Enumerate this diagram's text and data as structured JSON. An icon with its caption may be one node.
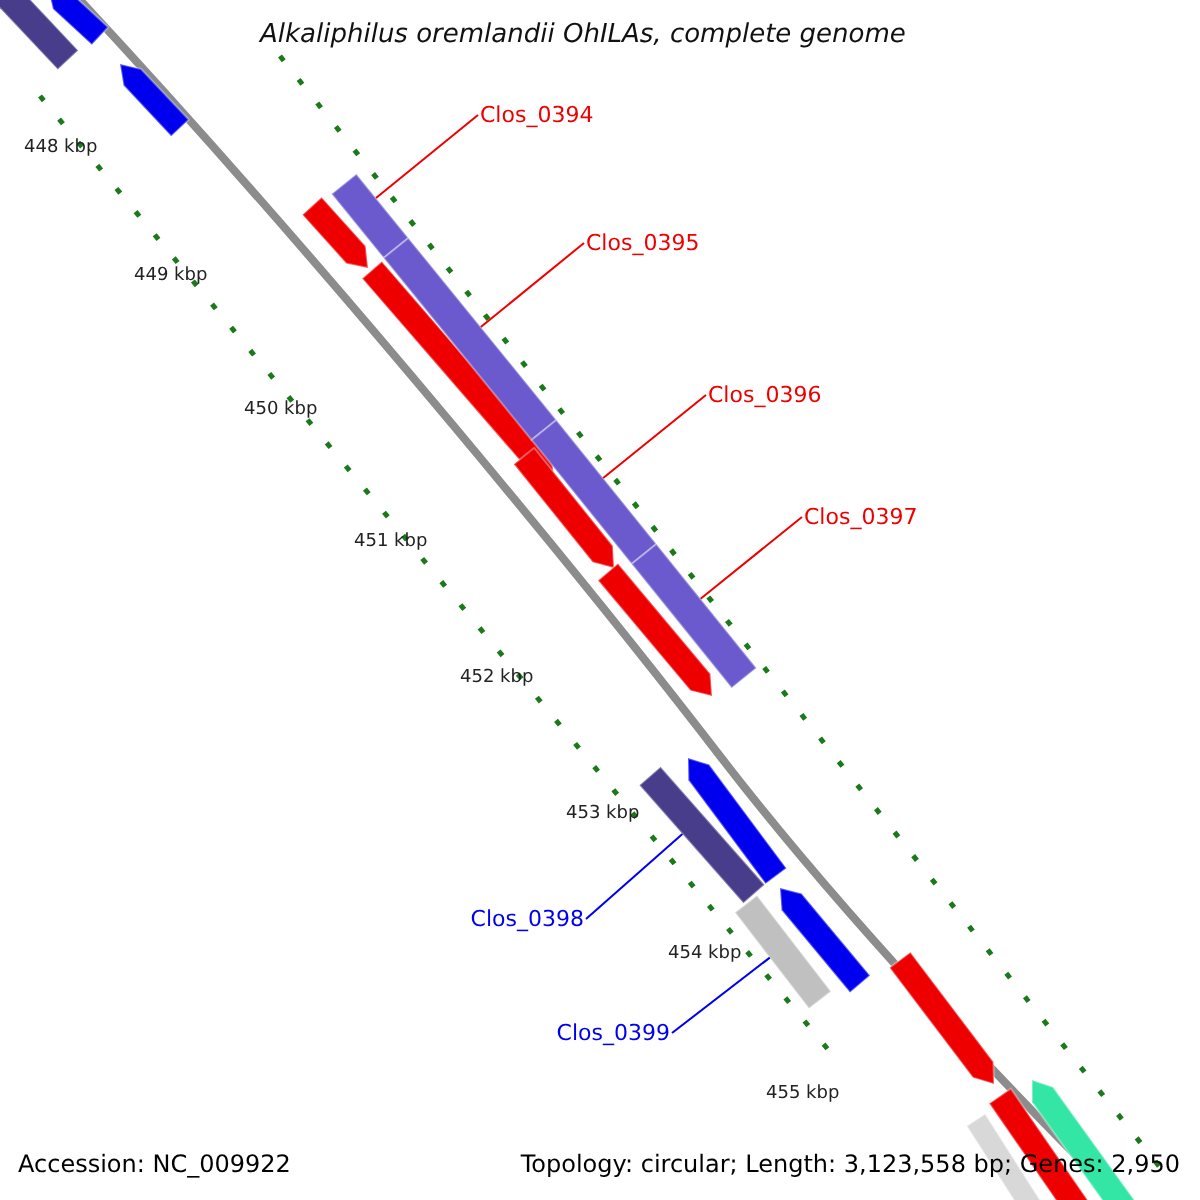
{
  "diagram": {
    "title": "Alkaliphilus oremlandii OhILAs, complete genome",
    "nodes": [
      {
        "text": [
          "Clos_0394"
        ]
      },
      {
        "text": [
          "Clos_0395"
        ]
      },
      {
        "text": [
          "Clos_0396"
        ]
      },
      {
        "text": [
          "Clos_0397"
        ]
      },
      {
        "text": [
          "Clos_0398"
        ]
      },
      {
        "text": [
          "Clos_0399"
        ]
      },
      {
        "text": [],
        "shape": "bar"
      },
      {
        "text": [],
        "shape": "bar"
      },
      {
        "text": [],
        "shape": "bar"
      },
      {
        "text": [],
        "shape": "bar"
      },
      {
        "text": [],
        "shape": "bar"
      },
      {
        "text": [],
        "shape": "bar"
      }
    ],
    "edges": [
      {
        "from": 0,
        "to": 6,
        "arrow": "none"
      },
      {
        "from": 1,
        "to": 7,
        "arrow": "none"
      },
      {
        "from": 2,
        "to": 8,
        "arrow": "none"
      },
      {
        "from": 3,
        "to": 9,
        "arrow": "none"
      },
      {
        "from": 4,
        "to": 10,
        "arrow": "none",
        "color": "#0000ee"
      },
      {
        "from": 5,
        "to": 11,
        "arrow": "none",
        "color": "#0000ee"
      }
    ],
    "labels": [
      "448 kbp",
      "449 kbp",
      "450 kbp",
      "451 kbp",
      "452 kbp",
      "453 kbp",
      "454 kbp",
      "455 kbp",
      "Accession: NC_009922",
      "Topology: circular; Length: 3,123,558 bp; Genes: 2,950"
    ]
  }
}
